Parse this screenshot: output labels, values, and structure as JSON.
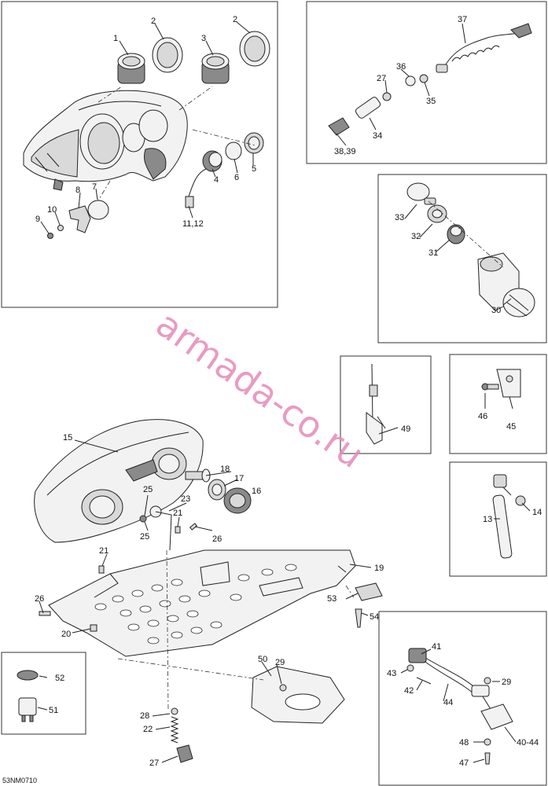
{
  "watermark": "armada-co.ru",
  "figure_code": "53NM0710",
  "callouts": {
    "c1": "1",
    "c2a": "2",
    "c2b": "2",
    "c3": "3",
    "c4": "4",
    "c5": "5",
    "c6": "6",
    "c7": "7",
    "c8": "8",
    "c9": "9",
    "c10": "10",
    "c11_12": "11,12",
    "c13": "13",
    "c14": "14",
    "c15": "15",
    "c16": "16",
    "c17": "17",
    "c18": "18",
    "c19": "19",
    "c20": "20",
    "c21a": "21",
    "c21b": "21",
    "c22": "22",
    "c23": "23",
    "c25a": "25",
    "c25b": "25",
    "c26a": "26",
    "c26b": "26",
    "c27a": "27",
    "c27b": "27",
    "c28": "28",
    "c29a": "29",
    "c29b": "29",
    "c30": "30",
    "c31": "31",
    "c32": "32",
    "c33": "33",
    "c34": "34",
    "c35": "35",
    "c36": "36",
    "c37": "37",
    "c38_39": "38,39",
    "c40_44": "40-44",
    "c41": "41",
    "c42": "42",
    "c43": "43",
    "c44": "44",
    "c45": "45",
    "c46": "46",
    "c47": "47",
    "c48": "48",
    "c49": "49",
    "c50": "50",
    "c51": "51",
    "c52": "52",
    "c53": "53",
    "c54": "54"
  }
}
